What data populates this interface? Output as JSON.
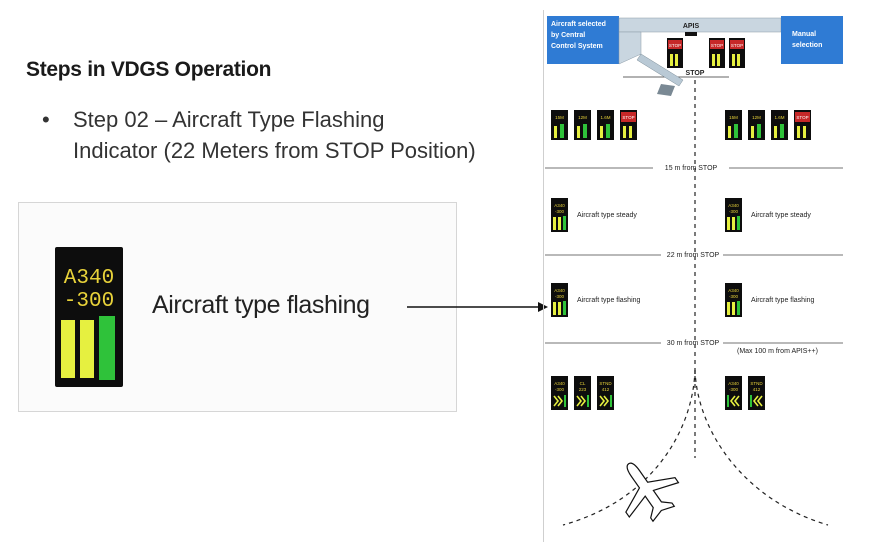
{
  "slide": {
    "heading": "Steps in VDGS Operation",
    "bullet_symbol": "•",
    "bullet_text_line1": "Step 02 – Aircraft Type Flashing",
    "bullet_text_line2": "Indicator (22 Meters from STOP Position)"
  },
  "zoom": {
    "display_line1": "A340",
    "display_line2": "-300",
    "label": "Aircraft type flashing"
  },
  "diagram": {
    "central_box": "Aircraft selected by Central Control System",
    "central_box_l1": "Aircraft selected",
    "central_box_l2": "by Central",
    "central_box_l3": "Control System",
    "apis_label": "APIS",
    "manual_l1": "Manual",
    "manual_l2": "selection",
    "stop_label": "STOP",
    "dist_15": "15 m from STOP",
    "dist_22": "22 m from STOP",
    "dist_30": "30 m from STOP",
    "max_note": "(Max 100 m from APIS++)",
    "steady_label": "Aircraft type steady",
    "flashing_label": "Aircraft type flashing",
    "disp_stop": "STOP",
    "disp_a340": "A340",
    "disp_300": "-300",
    "disp_15m": "15M",
    "disp_12m": "12M",
    "disp_1_6m": "1.6M",
    "disp_cl": "CL",
    "disp_223": "223",
    "disp_stnd": "STND",
    "disp_412": "412"
  },
  "colors": {
    "panel_black": "#0d0d0d",
    "amber_text": "#e8d23a",
    "bar_yellow": "#e6f040",
    "bar_green": "#2fc23a",
    "stop_red": "#c62828",
    "blue_box": "#2f7bd4"
  }
}
